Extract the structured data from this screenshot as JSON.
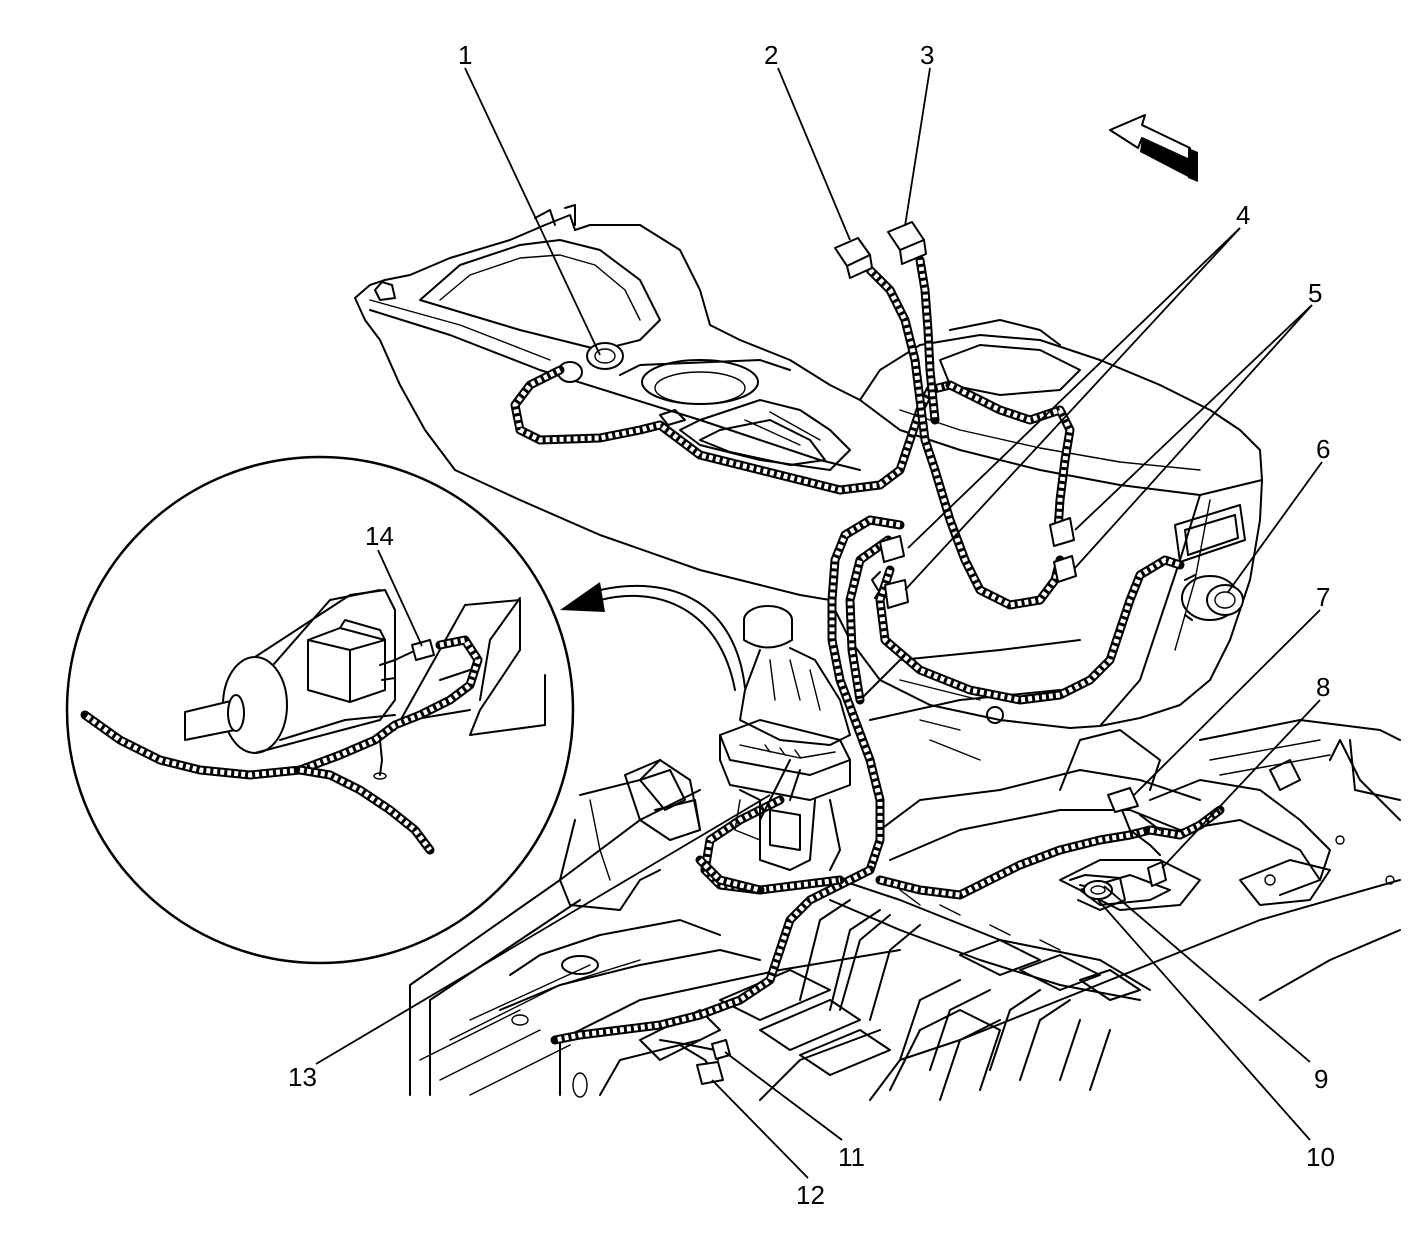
{
  "callouts": [
    {
      "id": "callout-1",
      "text": "1"
    },
    {
      "id": "callout-2",
      "text": "2"
    },
    {
      "id": "callout-3",
      "text": "3"
    },
    {
      "id": "callout-4",
      "text": "4"
    },
    {
      "id": "callout-5",
      "text": "5"
    },
    {
      "id": "callout-6",
      "text": "6"
    },
    {
      "id": "callout-7",
      "text": "7"
    },
    {
      "id": "callout-8",
      "text": "8"
    },
    {
      "id": "callout-9",
      "text": "9"
    },
    {
      "id": "callout-10",
      "text": "10"
    },
    {
      "id": "callout-11",
      "text": "11"
    },
    {
      "id": "callout-12",
      "text": "12"
    },
    {
      "id": "callout-13",
      "text": "13"
    },
    {
      "id": "callout-14",
      "text": "14"
    }
  ]
}
